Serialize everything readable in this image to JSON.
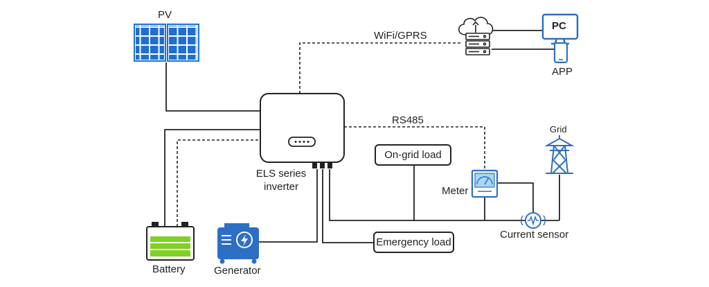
{
  "labels": {
    "pv": "PV",
    "wifi": "WiFi/GPRS",
    "pc": "PC",
    "app": "APP",
    "rs485": "RS485",
    "grid": "Grid",
    "inverter_line1": "ELS series",
    "inverter_line2": "inverter",
    "on_grid_load": "On-grid load",
    "meter": "Meter",
    "current_sensor": "Current sensor",
    "emergency_load": "Emergency load",
    "battery": "Battery",
    "generator": "Generator"
  },
  "colors": {
    "line": "#222222",
    "panel_blue": "#1f6fd1",
    "icon_blue": "#2d6fc4",
    "battery_green": "#7ed321",
    "meter_face": "#a8d6f5"
  }
}
